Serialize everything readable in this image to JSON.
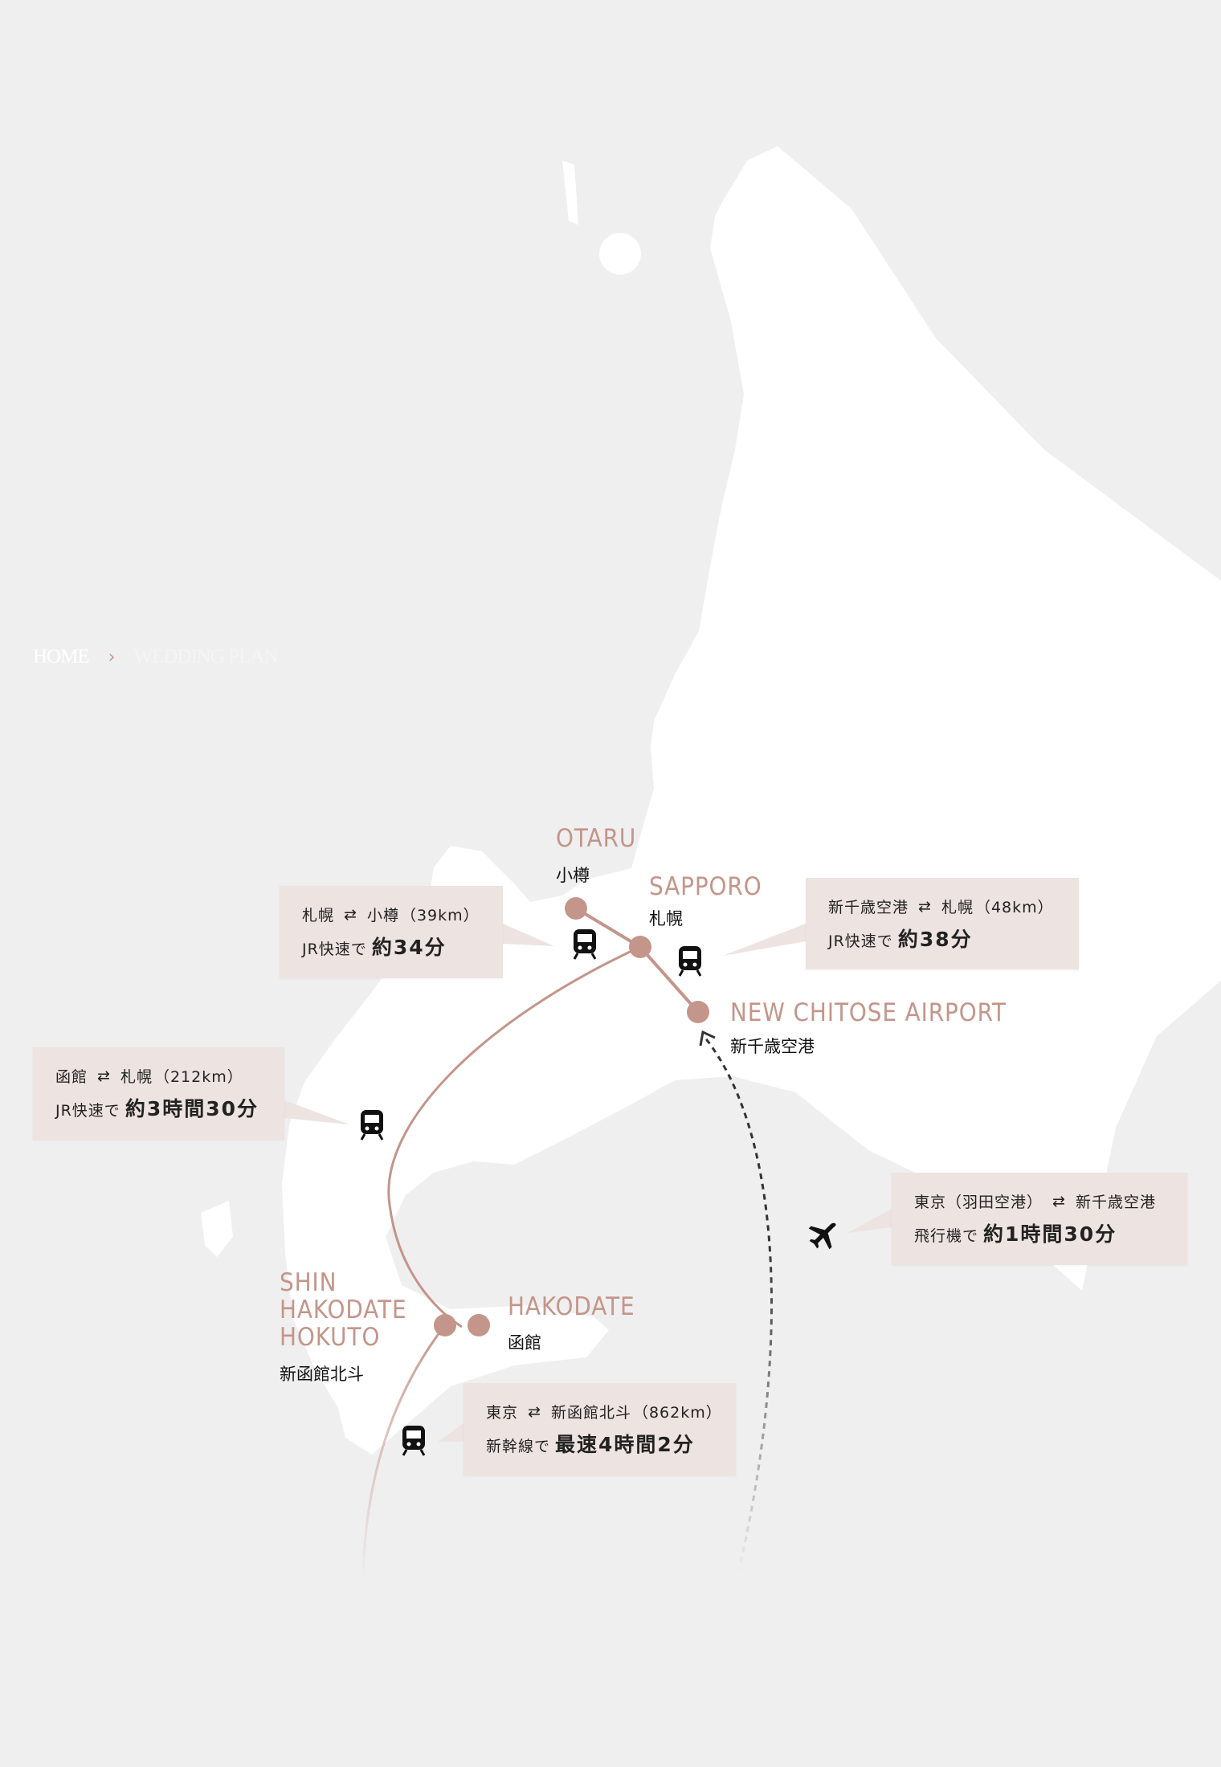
{
  "breadcrumb": {
    "home": "HOME",
    "separator": "›",
    "current": "WEDDING PLAN"
  },
  "stations": {
    "otaru": {
      "en": "OTARU",
      "jp": "小樽"
    },
    "sapporo": {
      "en": "SAPPORO",
      "jp": "札幌"
    },
    "chitose": {
      "en": "NEW CHITOSE AIRPORT",
      "jp": "新千歳空港"
    },
    "shin_hakodate": {
      "en1": "SHIN",
      "en2": "HAKODATE",
      "en3": "HOKUTO",
      "jp": "新函館北斗"
    },
    "hakodate": {
      "en": "HAKODATE",
      "jp": "函館"
    }
  },
  "routes": [
    {
      "from": "札幌",
      "arrow": "⇄",
      "to": "小樽",
      "distance": "（39km）",
      "mode": "JR快速で",
      "time": "約34分"
    },
    {
      "from": "新千歳空港",
      "arrow": "⇄",
      "to": "札幌",
      "distance": "（48km）",
      "mode": "JR快速で",
      "time": "約38分"
    },
    {
      "from": "函館",
      "arrow": "⇄",
      "to": "札幌",
      "distance": "（212km）",
      "mode": "JR快速で",
      "time": "約3時間30分"
    },
    {
      "from": "東京（羽田空港）",
      "arrow": "⇄",
      "to": "新千歳空港",
      "distance": "",
      "mode": "飛行機で",
      "time": "約1時間30分"
    },
    {
      "from": "東京",
      "arrow": "⇄",
      "to": "新函館北斗",
      "distance": "（862km）",
      "mode": "新幹線で",
      "time": "最速4時間2分"
    }
  ],
  "colors": {
    "accent": "#c4958a",
    "land": "#ffffff",
    "sea": "#efefef",
    "box": "#ede3e1"
  }
}
